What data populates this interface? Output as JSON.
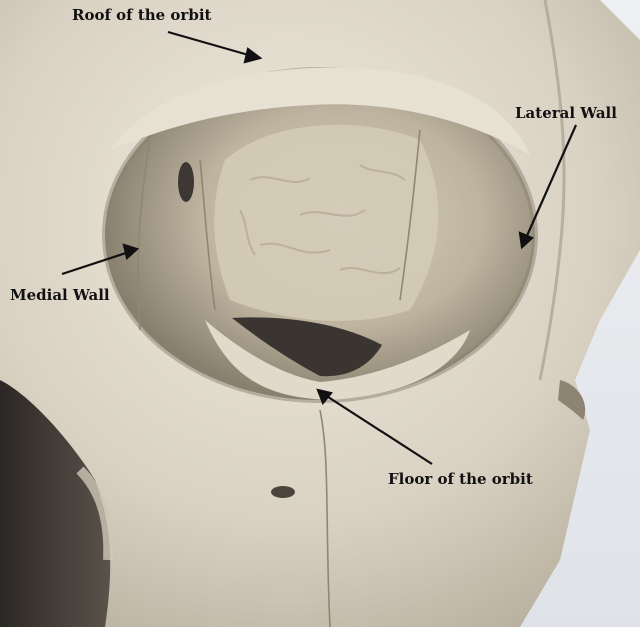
{
  "labels": {
    "roof": "Roof of the orbit",
    "lateral": "Lateral Wall",
    "medial": "Medial Wall",
    "floor": "Floor of the orbit"
  },
  "colors": {
    "bone": "#d8d1c2",
    "bone_light": "#ebe6da",
    "bone_shadow": "#9d9483",
    "cavity_dark": "#3a3530",
    "background": "#e6e9ec",
    "label_text": "#111111",
    "arrow": "#111111"
  }
}
